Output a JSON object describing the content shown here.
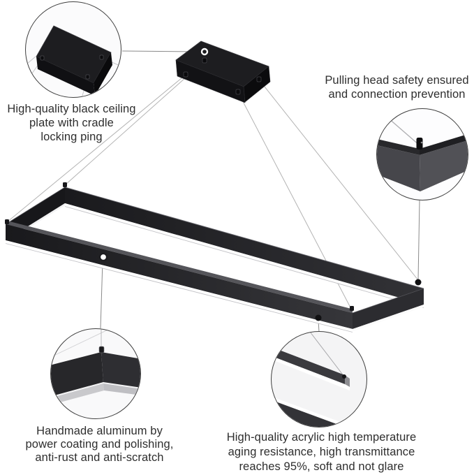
{
  "annotations": {
    "ceiling_plate": {
      "lines": [
        "High-quality black ceiling",
        "plate with cradle",
        "locking ping"
      ]
    },
    "pulling_head": {
      "lines": [
        "Pulling head safety ensured",
        "and connection prevention"
      ]
    },
    "aluminum": {
      "lines": [
        "Handmade aluminum by",
        "power coating and polishing,",
        "anti-rust and anti-scratch"
      ]
    },
    "acrylic": {
      "lines": [
        "High-quality acrylic high temperature",
        "aging resistance, high transmittance",
        "reaches 95%, soft and not glare"
      ]
    }
  },
  "markers": {
    "canopy_center_hole": "white-ring",
    "frame_right_corner_point": "black-dot",
    "frame_front_bar_point": "black-dot",
    "frame_left_bar_point": "white-ring"
  },
  "icons": {
    "callout_circle": "magnifier-detail-circle",
    "suspension_wire": "thin-cable-line",
    "pulling_head": "cable-gripper-cylinder"
  },
  "colors": {
    "background": "#ffffff",
    "fixture_black_dark": "#19191c",
    "fixture_black_light": "#333337",
    "canopy_black": "#1d1d20",
    "acrylic_white": "#ffffff",
    "acrylic_gray_edge": "#c9c9cc",
    "wire_gray": "#b3b3b3",
    "connector_line": "#8a8a8a",
    "callout_border": "#3f3f3f",
    "text": "#2e2e2e",
    "detail_face_gray": "#4a4a4e"
  }
}
